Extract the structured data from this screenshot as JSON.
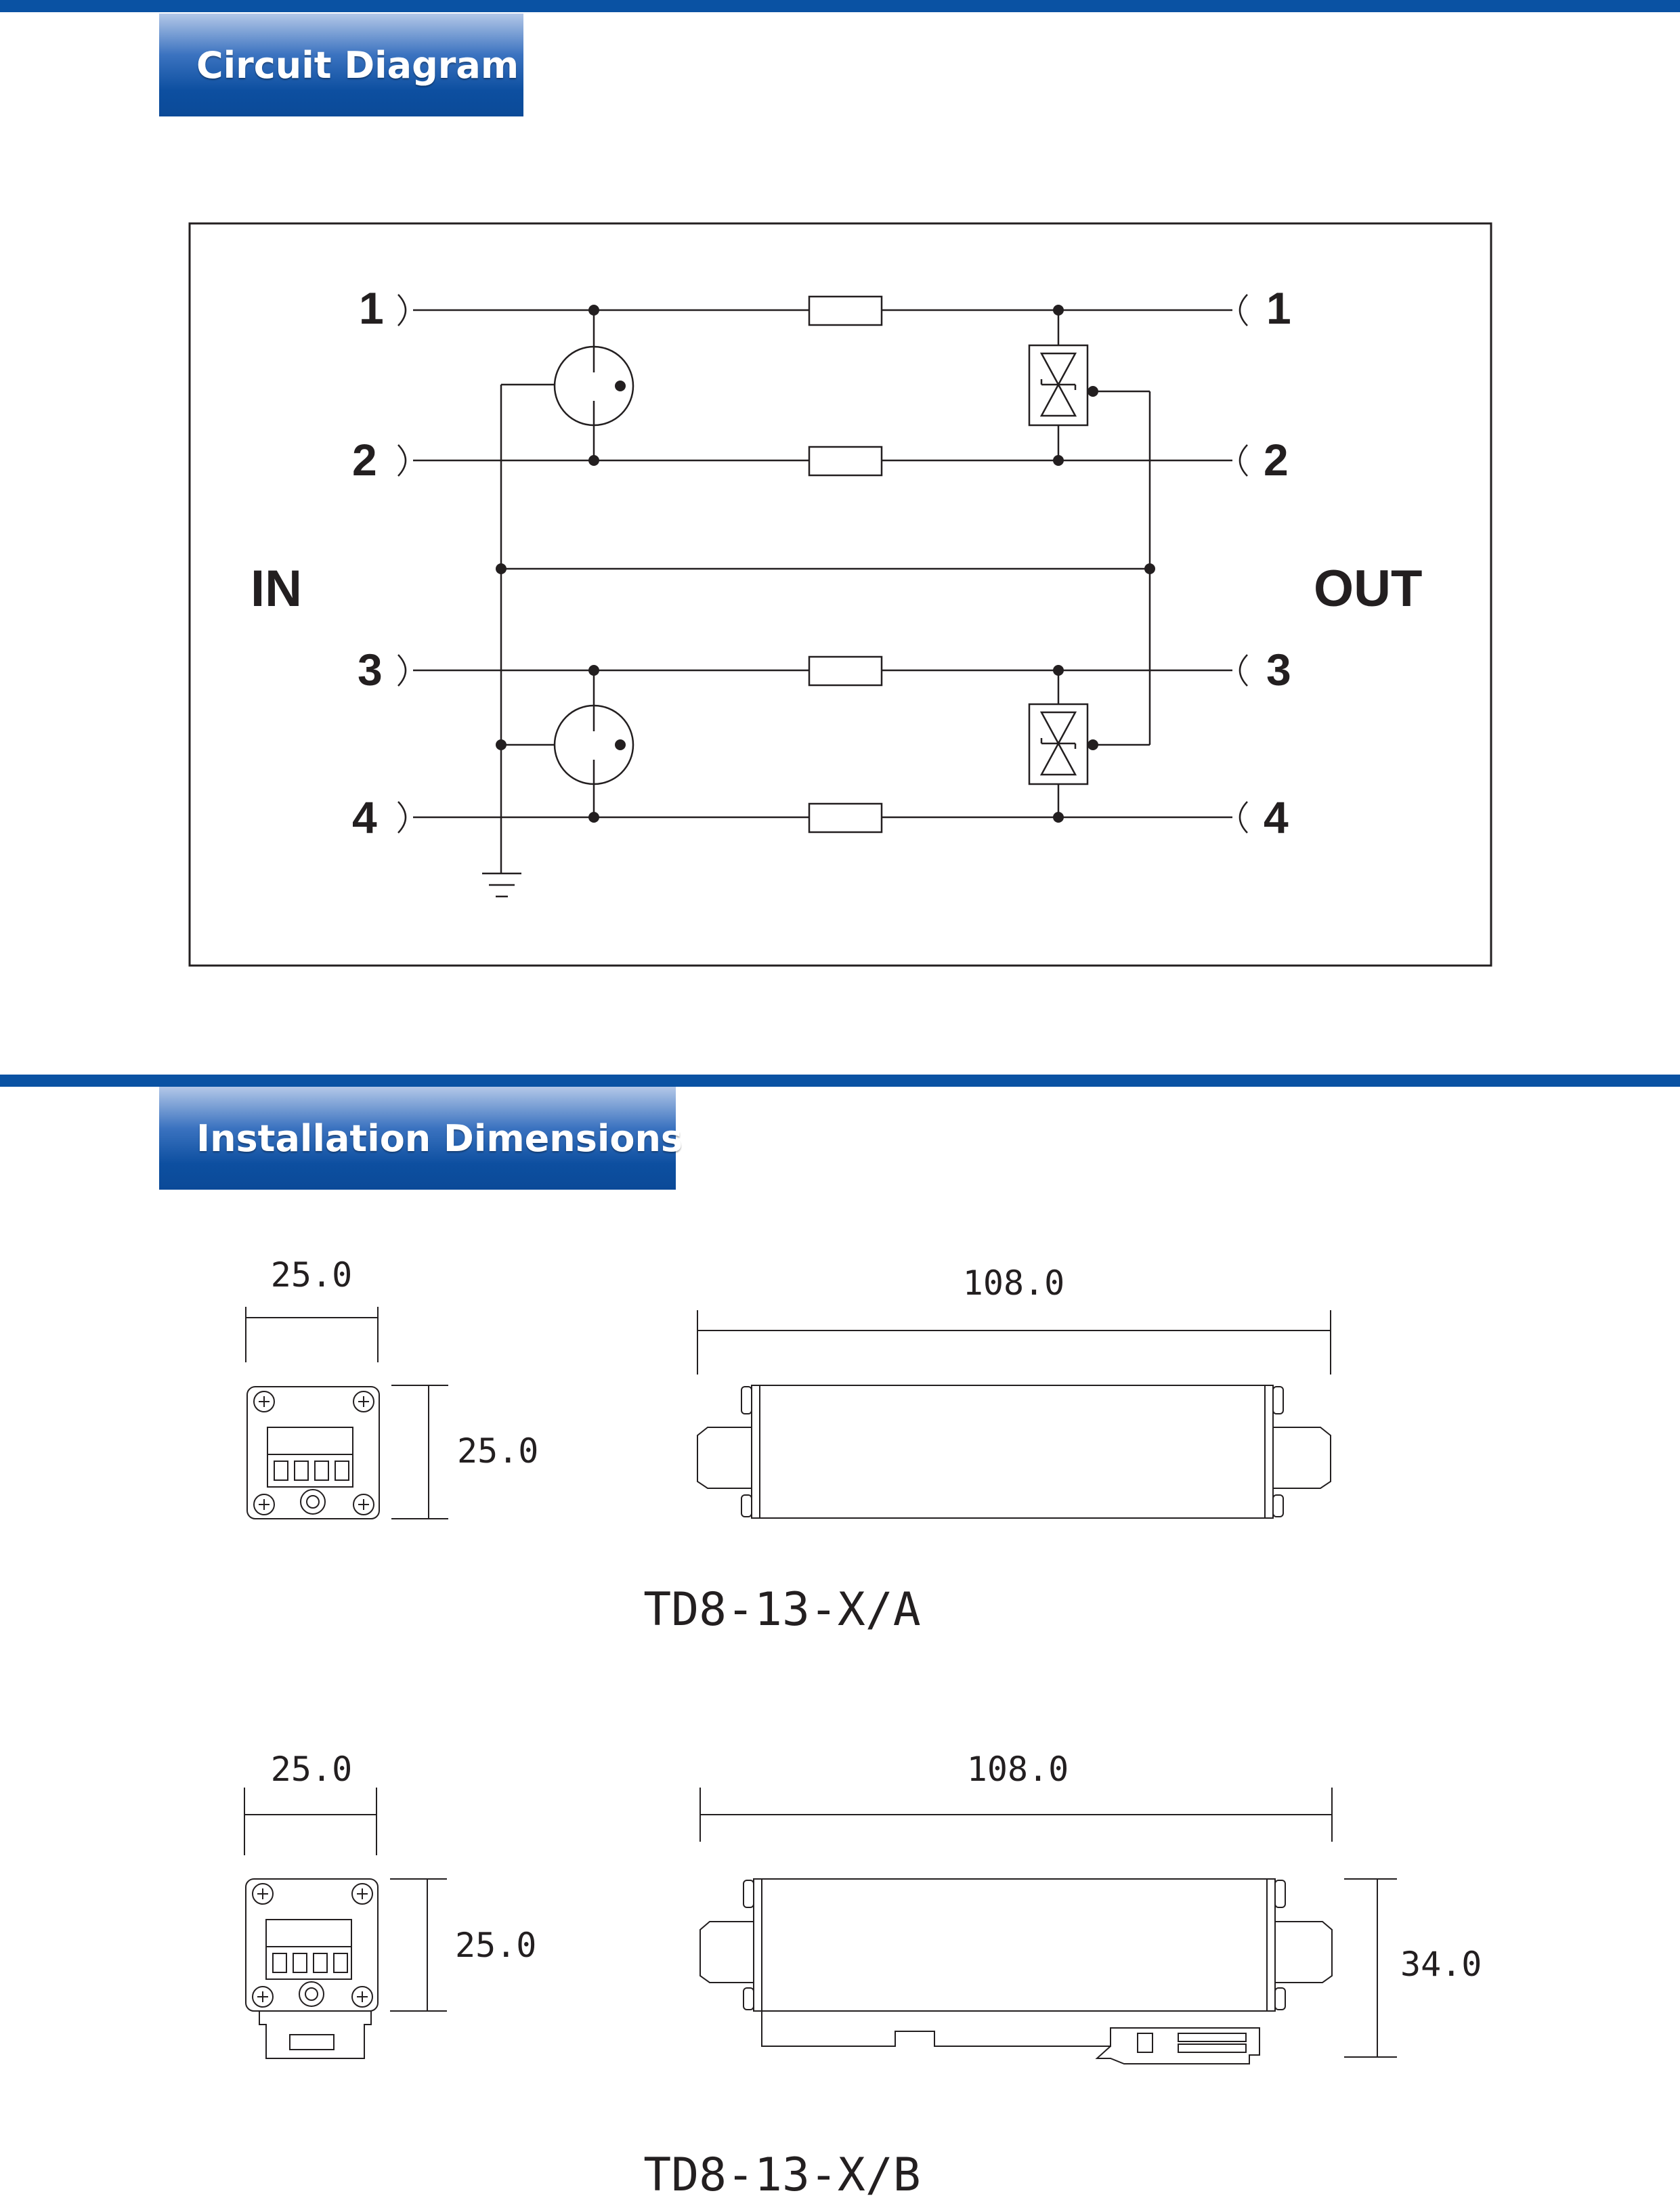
{
  "sections": {
    "circuit": {
      "title": "Circuit Diagram"
    },
    "install": {
      "title": "Installation Dimensions"
    }
  },
  "circuit": {
    "in_label": "IN",
    "out_label": "OUT",
    "in_terminals": [
      "1",
      "2",
      "3",
      "4"
    ],
    "out_terminals": [
      "1",
      "2",
      "3",
      "4"
    ]
  },
  "dimensions": {
    "model_a": {
      "name": "TD8-13-X/A",
      "front_width": "25.0",
      "front_height": "25.0",
      "side_length": "108.0"
    },
    "model_b": {
      "name": "TD8-13-X/B",
      "front_width": "25.0",
      "front_height": "25.0",
      "side_length": "108.0",
      "side_height": "34.0"
    }
  },
  "colors": {
    "accent": "#0a52a3",
    "ink": "#231f20"
  }
}
